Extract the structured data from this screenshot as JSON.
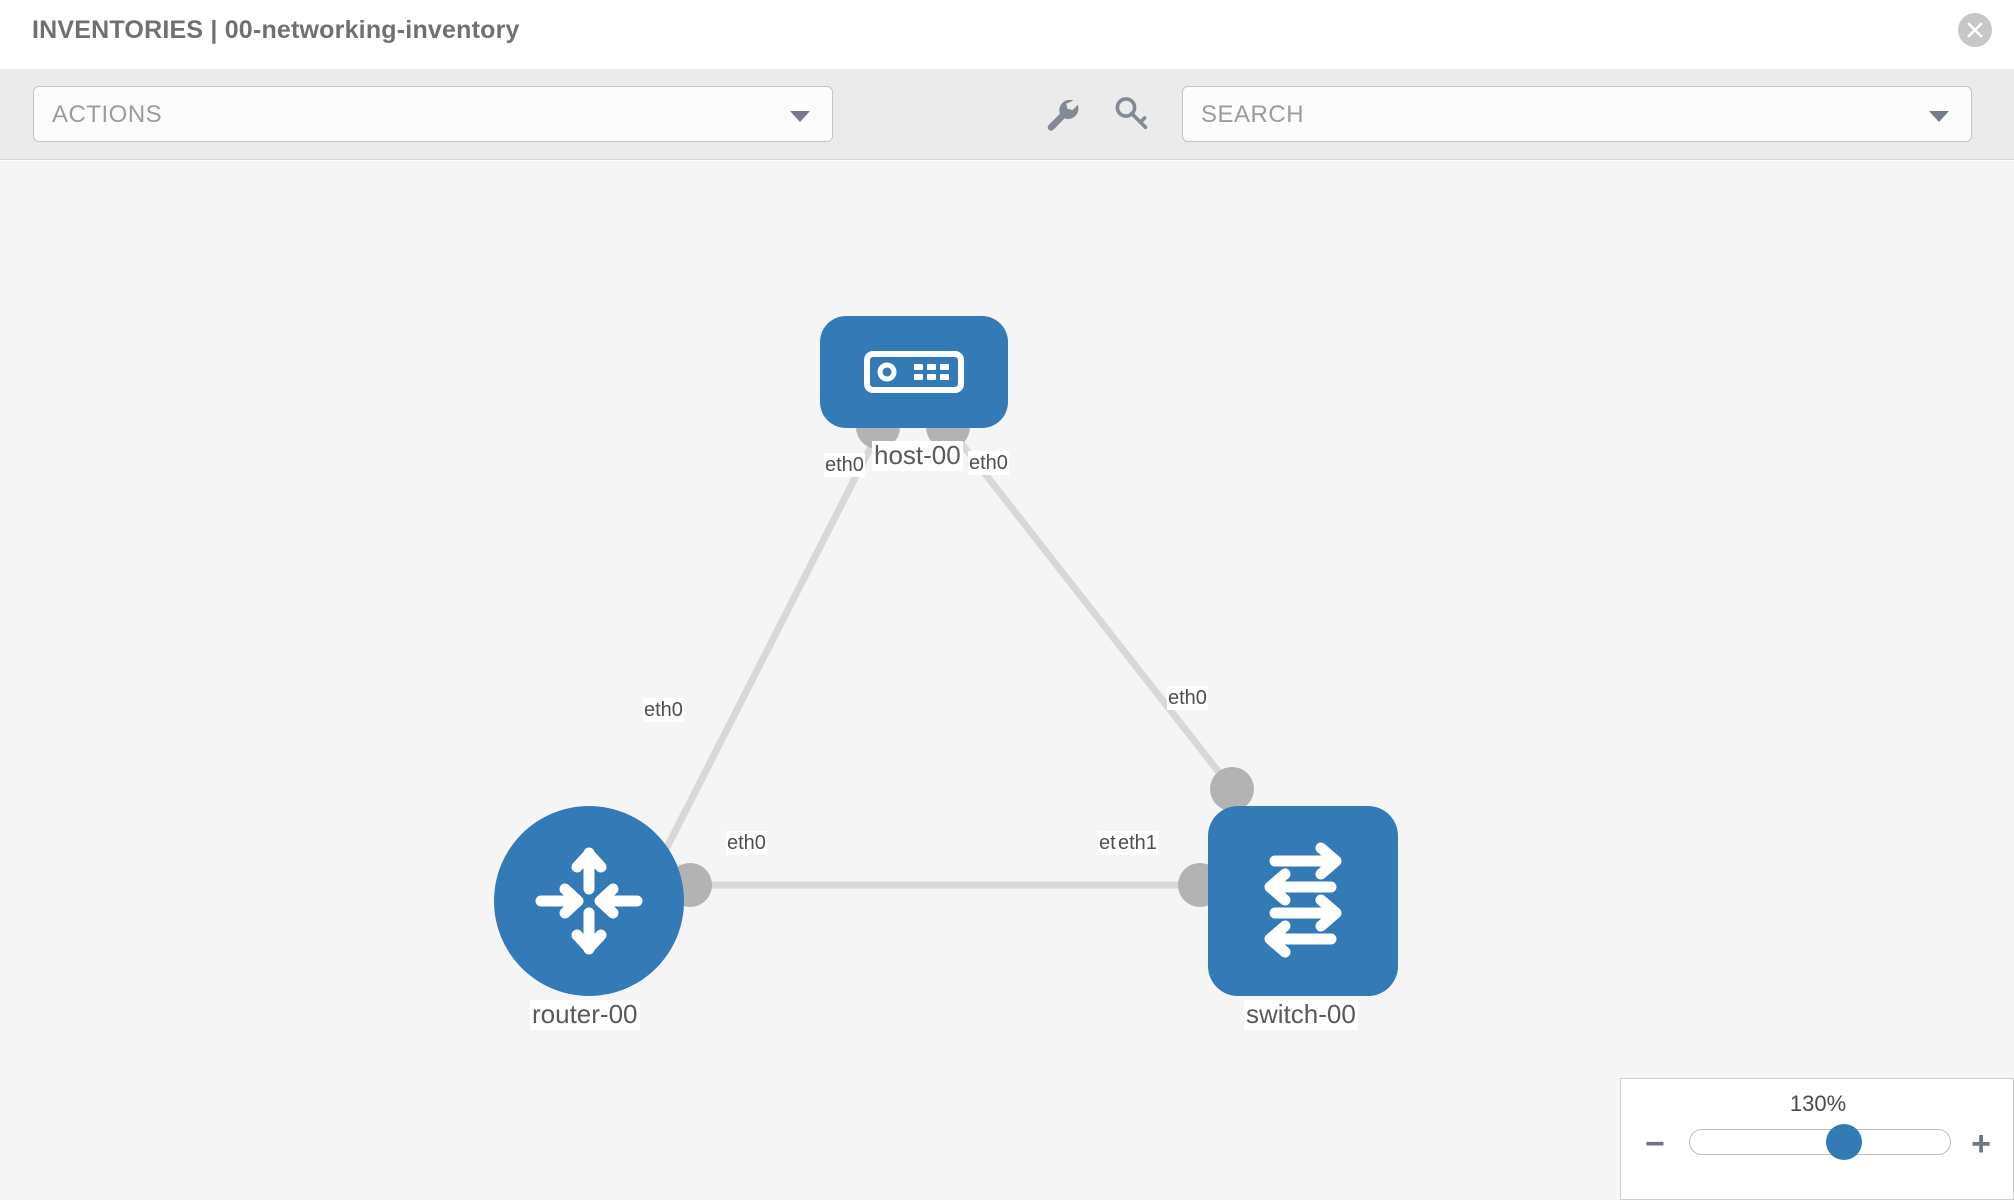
{
  "header": {
    "title": "INVENTORIES | 00-networking-inventory",
    "close_label": "close-icon"
  },
  "toolbar": {
    "actions_label": "ACTIONS",
    "search_placeholder": "SEARCH",
    "wrench_icon": "wrench-icon",
    "key_icon": "key-icon",
    "actions_caret": "chevron-down-icon",
    "search_caret": "chevron-down-icon"
  },
  "topology": {
    "nodes": [
      {
        "id": "host-00",
        "label": "host-00",
        "type": "host",
        "shape": "rounded-square",
        "color": "#337ab7"
      },
      {
        "id": "router-00",
        "label": "router-00",
        "type": "router",
        "shape": "circle",
        "color": "#337ab7"
      },
      {
        "id": "switch-00",
        "label": "switch-00",
        "type": "switch",
        "shape": "rounded-square",
        "color": "#337ab7"
      }
    ],
    "links": [
      {
        "from": "host-00",
        "to": "router-00",
        "from_iface": "eth0",
        "to_iface": "eth0"
      },
      {
        "from": "host-00",
        "to": "switch-00",
        "from_iface": "eth0",
        "to_iface": "eth0"
      },
      {
        "from": "router-00",
        "to": "switch-00",
        "from_iface": "eth0",
        "to_iface": "eth1"
      }
    ],
    "labels": {
      "host_left_iface": "eth0",
      "host_right_iface": "eth0",
      "router_up_iface": "eth0",
      "switch_up_iface": "eth0",
      "router_right_iface": "eth0",
      "switch_left_iface_a": "eth0",
      "switch_left_iface_b": "eth1"
    },
    "edge_color": "#d8d8d8",
    "port_color": "#b3b3b3",
    "canvas_bg": "#f5f5f5"
  },
  "zoom_control": {
    "value": "130%",
    "minus_label": "−",
    "plus_label": "+",
    "thumb_position_pct": 60
  }
}
